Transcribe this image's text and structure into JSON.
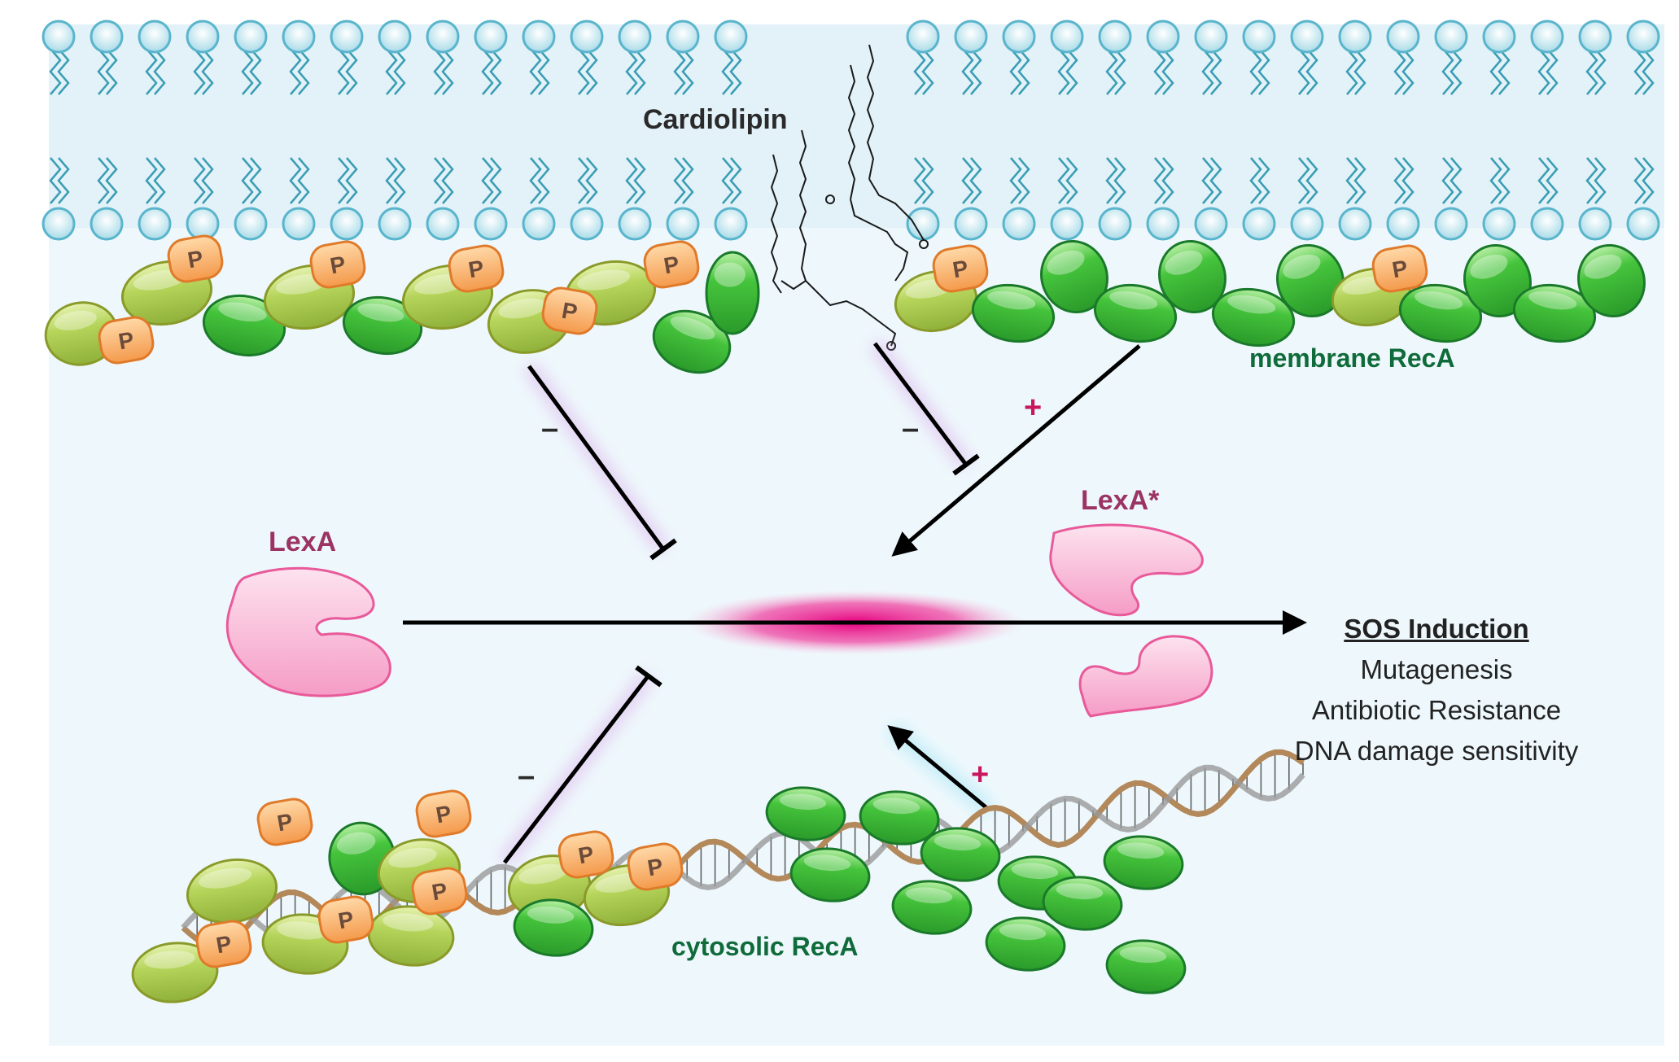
{
  "labels": {
    "cardiolipin": "Cardiolipin",
    "membrane_reca": "membrane RecA",
    "cytosolic_reca": "cytosolic RecA",
    "lexa": "LexA",
    "lexa_star": "LexA*",
    "phospho": "P",
    "minus": "–",
    "plus": "+"
  },
  "outcome": {
    "heading": "SOS Induction",
    "items": [
      "Mutagenesis",
      "Antibiotic Resistance",
      "DNA damage sensitivity"
    ]
  },
  "colors": {
    "membrane_bg": "#eaf6fa",
    "lipid_head": "#b9e4ef",
    "reca_green": "#3fbf3a",
    "reca_phospho": "#a6c94a",
    "phospho_orange": "#f6a35a",
    "lexa_pink": "#f7a8cc",
    "activation": "#e6007e",
    "arrow": "#000000"
  }
}
